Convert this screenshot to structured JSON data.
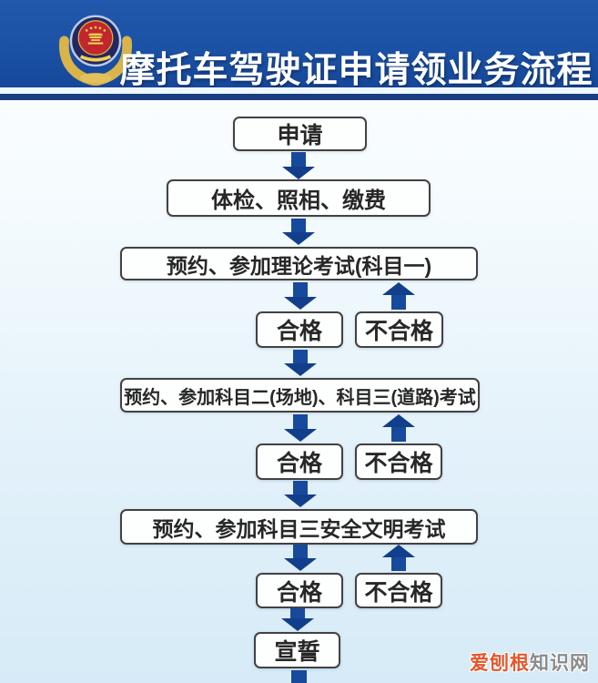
{
  "header": {
    "title": "摩托车驾驶证申请领业务流程",
    "bg_color": "#1b52a6",
    "emblem_icon": "police-badge-icon"
  },
  "flow": {
    "steps": {
      "apply": "申请",
      "medical": "体检、照相、缴费",
      "subject1": "预约、参加理论考试(科目一)",
      "subject23": "预约、参加科目二(场地)、科目三(道路)考试",
      "subject3_safety": "预约、参加科目三安全文明考试",
      "oath": "宣誓"
    },
    "labels": {
      "pass": "合格",
      "fail": "不合格"
    },
    "sequence": [
      "申请",
      "体检、照相、缴费",
      "预约、参加理论考试(科目一)",
      "合格 / 不合格(不合格返回重考)",
      "预约、参加科目二(场地)、科目三(道路)考试",
      "合格 / 不合格(不合格返回重考)",
      "预约、参加科目三安全文明考试",
      "合格 / 不合格(不合格返回重考)",
      "宣誓"
    ],
    "colors": {
      "arrow": "#17499c",
      "box_border": "#424242",
      "box_bg": "#fdfefe",
      "body_bg_top": "#fafdff",
      "body_bg_bottom": "#d6ebf7"
    },
    "icons": {
      "down": "arrow-down-icon",
      "up": "arrow-up-icon"
    }
  },
  "watermark": {
    "brand": "爱刨根",
    "suffix": "知识网",
    "brand_color": "#e4572c",
    "suffix_color": "#8a8a8a"
  }
}
